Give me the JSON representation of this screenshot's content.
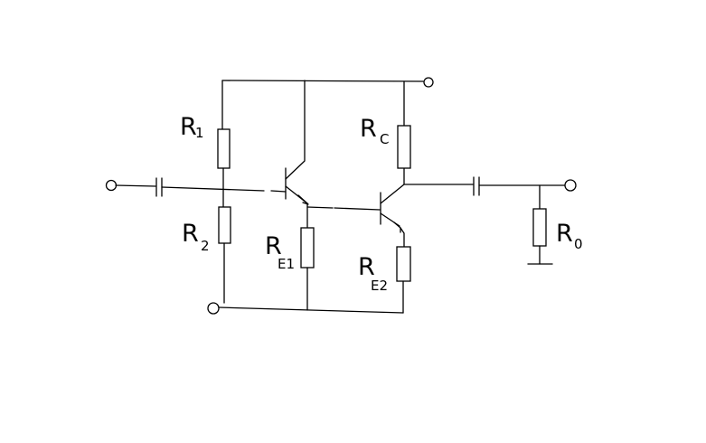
{
  "diagram": {
    "labels": {
      "r1": {
        "main": "R",
        "sub": "1"
      },
      "r2": {
        "main": "R",
        "sub": "2"
      },
      "rc": {
        "main": "R",
        "sub": "C"
      },
      "re1": {
        "main": "R",
        "sub": "E1"
      },
      "re2": {
        "main": "R",
        "sub": "E2"
      },
      "r0": {
        "main": "R",
        "sub": "0"
      }
    },
    "colors": {
      "line": "#000000",
      "background": "#ffffff"
    }
  }
}
